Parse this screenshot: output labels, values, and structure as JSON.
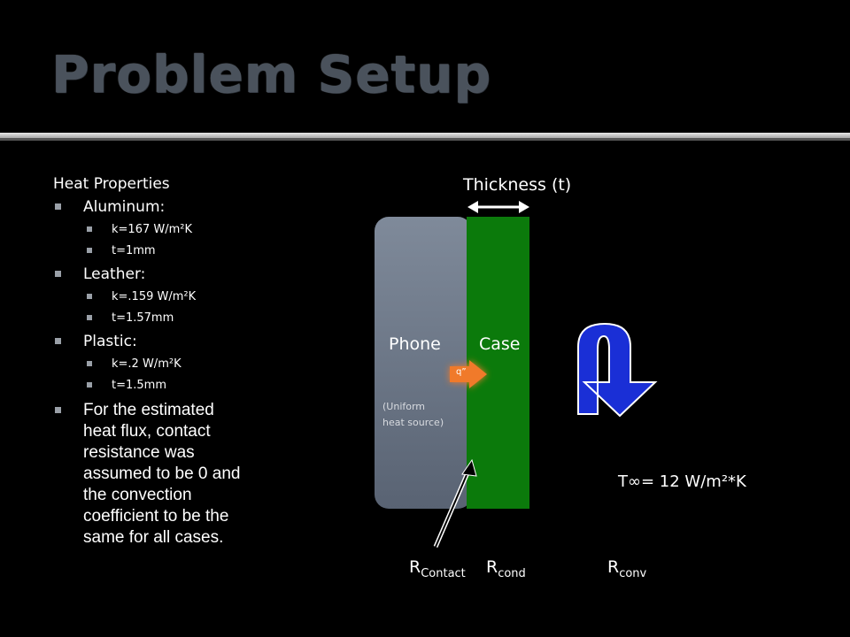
{
  "slide": {
    "title": "Problem Setup"
  },
  "left_panel": {
    "heading": "Heat Properties",
    "materials": [
      {
        "name": "Aluminum:",
        "k": "k=167 W/m²K",
        "t": "t=1mm"
      },
      {
        "name": "Leather:",
        "k": "k=.159 W/m²K",
        "t": "t=1.57mm"
      },
      {
        "name": "Plastic:",
        "k": "k=.2 W/m²K",
        "t": "t=1.5mm"
      }
    ],
    "note": "For the estimated heat flux, contact resistance was assumed to be 0 and the convection coefficient to be the same for all cases."
  },
  "diagram": {
    "thickness_label": "Thickness (t)",
    "phone_label": "Phone",
    "case_label": "Case",
    "source_label_1": "(Uniform",
    "source_label_2": "heat source)",
    "q_label": "q”",
    "t_inf_label": "T∞= 12 W/m²*K",
    "r_contact": {
      "main": "R",
      "sub": "Contact"
    },
    "r_cond": {
      "main": "R",
      "sub": "cond"
    },
    "r_conv": {
      "main": "R",
      "sub": "conv"
    },
    "colors": {
      "case": "#0b7a0b",
      "phone": "#6b7585",
      "q_arrow": "#f07a2a",
      "convection_arrow": "#1a2fd6"
    }
  }
}
